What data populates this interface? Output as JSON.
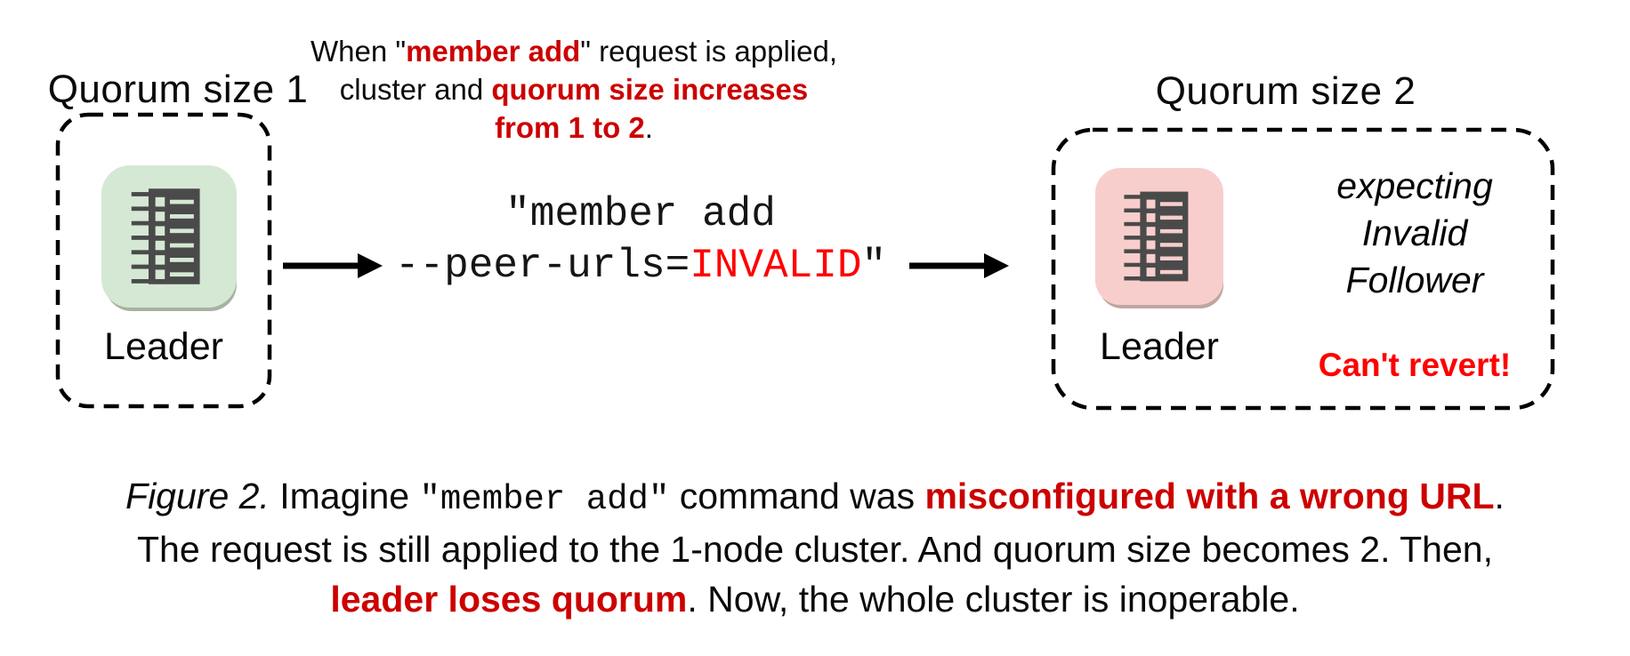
{
  "colors": {
    "dark_red": "#cc0000",
    "bright_red": "#ff0000",
    "node_green": "#d5e8d4",
    "node_green_shadow": "#a6b3a1",
    "node_pink": "#f8cecc",
    "node_pink_shadow": "#c0a5a3",
    "icon_gray": "#4a4a4a"
  },
  "left_cluster": {
    "title": "Quorum size 1",
    "node_label": "Leader"
  },
  "annotation": {
    "line1_pre": "When \"",
    "line1_highlight": "member add",
    "line1_post": "\" request is applied,",
    "line2_pre": "cluster and ",
    "line2_highlight": "quorum size increases",
    "line3_highlight": "from 1 to 2",
    "line3_post": "."
  },
  "command": {
    "line1": "\"member add",
    "line2_pre": "--peer-urls=",
    "line2_highlight": "INVALID",
    "line2_post": "\""
  },
  "right_cluster": {
    "title": "Quorum size 2",
    "node_label": "Leader",
    "status_lines": [
      "expecting",
      "Invalid",
      "Follower"
    ],
    "warning": "Can't revert!"
  },
  "caption": {
    "figure_label": "Figure 2.",
    "line1_pre": " Imagine ",
    "line1_code": "\"member add\"",
    "line1_mid": " command was ",
    "line1_highlight": "misconfigured with a wrong URL",
    "line1_post": ".",
    "line2": "The request is still applied to the 1-node cluster. And quorum size becomes 2. Then,",
    "line3_highlight": "leader loses quorum",
    "line3_post": ". Now, the whole cluster is inoperable."
  }
}
